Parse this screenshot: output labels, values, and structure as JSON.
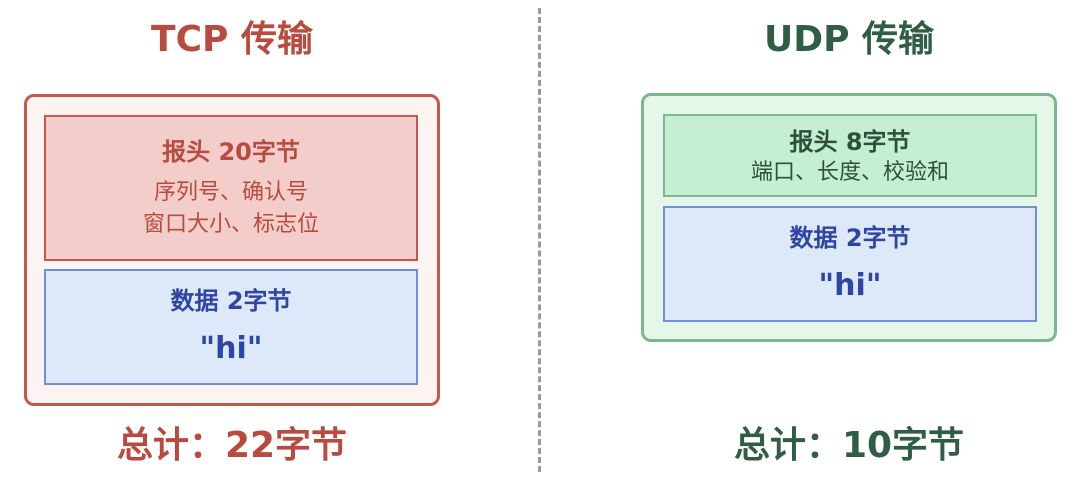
{
  "tcp": {
    "title": "TCP 传输",
    "header": {
      "title": "报头 20字节",
      "details": [
        "序列号、确认号",
        "窗口大小、标志位"
      ]
    },
    "data": {
      "title": "数据 2字节",
      "payload": "\"hi\""
    },
    "total": "总计：22字节"
  },
  "udp": {
    "title": "UDP 传输",
    "header": {
      "title": "报头 8字节",
      "details": [
        "端口、长度、校验和"
      ]
    },
    "data": {
      "title": "数据 2字节",
      "payload": "\"hi\""
    },
    "total": "总计：10字节"
  },
  "colors": {
    "tcp_accent": "#b94a3e",
    "tcp_border": "#c7574c",
    "tcp_header_fill": "#f2cdca",
    "udp_accent": "#2f5e44",
    "udp_border": "#79b98d",
    "udp_header_fill": "#c5efd3",
    "data_border": "#6f8ede",
    "data_fill": "#dde8f8",
    "data_text": "#2e45a5"
  }
}
